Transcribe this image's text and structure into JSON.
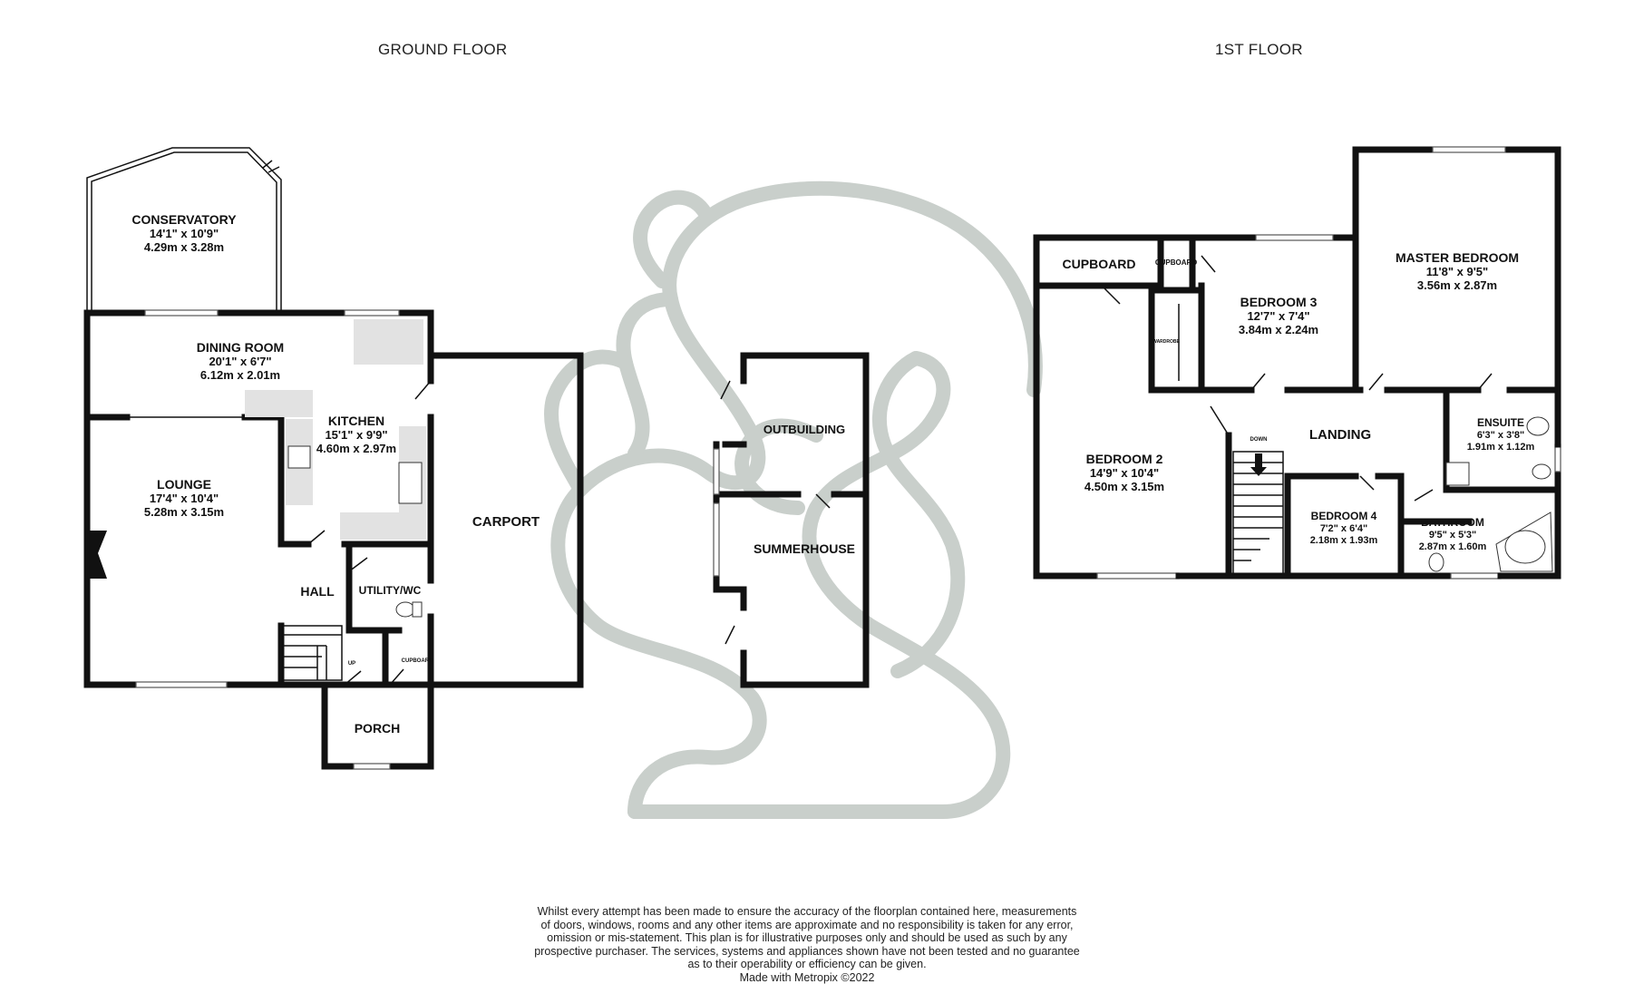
{
  "floors": {
    "ground": {
      "title": "GROUND FLOOR",
      "rooms": {
        "conservatory": {
          "name": "CONSERVATORY",
          "imperial": "14'1\"  x 10'9\"",
          "metric": "4.29m  x 3.28m"
        },
        "dining": {
          "name": "DINING ROOM",
          "imperial": "20'1\"  x 6'7\"",
          "metric": "6.12m  x 2.01m"
        },
        "kitchen": {
          "name": "KITCHEN",
          "imperial": "15'1\"  x 9'9\"",
          "metric": "4.60m  x 2.97m"
        },
        "lounge": {
          "name": "LOUNGE",
          "imperial": "17'4\"  x 10'4\"",
          "metric": "5.28m  x 3.15m"
        },
        "hall": {
          "name": "HALL"
        },
        "utility": {
          "name": "UTILITY/WC"
        },
        "cupboard": {
          "name": "CUPBOARD"
        },
        "porch": {
          "name": "PORCH"
        },
        "carport": {
          "name": "CARPORT"
        },
        "outbuilding": {
          "name": "OUTBUILDING"
        },
        "summerhouse": {
          "name": "SUMMERHOUSE"
        },
        "stairs_up": "UP"
      }
    },
    "first": {
      "title": "1ST FLOOR",
      "rooms": {
        "cupboard_large": {
          "name": "CUPBOARD"
        },
        "cupboard_small": {
          "name": "CUPBOARD"
        },
        "bedroom3": {
          "name": "BEDROOM 3",
          "imperial": "12'7\"  x 7'4\"",
          "metric": "3.84m  x 2.24m"
        },
        "master": {
          "name": "MASTER BEDROOM",
          "imperial": "11'8\"  x 9'5\"",
          "metric": "3.56m  x 2.87m"
        },
        "wardrobe": {
          "name": "WARDROBE"
        },
        "landing": {
          "name": "LANDING"
        },
        "ensuite": {
          "name": "ENSUITE",
          "imperial": "6'3\"  x 3'8\"",
          "metric": "1.91m  x 1.12m"
        },
        "bedroom2": {
          "name": "BEDROOM 2",
          "imperial": "14'9\"  x 10'4\"",
          "metric": "4.50m  x 3.15m"
        },
        "bedroom4": {
          "name": "BEDROOM 4",
          "imperial": "7'2\"  x 6'4\"",
          "metric": "2.18m  x 1.93m"
        },
        "bathroom": {
          "name": "BATHROOM",
          "imperial": "9'5\"  x 5'3\"",
          "metric": "2.87m  x 1.60m"
        },
        "stairs_down": "DOWN"
      }
    }
  },
  "disclaimer": [
    "Whilst every attempt has been made to ensure the accuracy of the floorplan contained here, measurements",
    "of doors, windows, rooms and any other items are approximate and no responsibility is taken for any error,",
    "omission or mis-statement. This plan is for illustrative purposes only and should be used as such by any",
    "prospective purchaser. The services, systems and appliances shown have not been tested and no guarantee",
    "as to their operability or efficiency can be given.",
    "Made with Metropix ©2022"
  ],
  "colors": {
    "wall": "#111111",
    "watermark": "#c9cfcb",
    "fixture": "#e2e2e2"
  },
  "watermark_icon": "squirrel-logo"
}
